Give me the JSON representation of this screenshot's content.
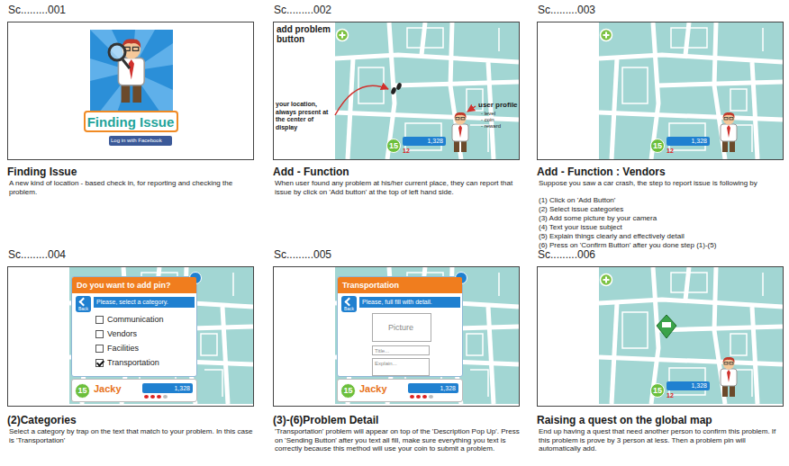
{
  "diagram": {
    "nodes": [
      {
        "text": [
          "Sc.........001"
        ]
      },
      {
        "text": [
          "Finding Issue"
        ],
        "in": 0
      },
      {
        "text": [
          "Log in with Facebook"
        ],
        "in": 0
      },
      {
        "text": [
          "Sc.........002"
        ]
      },
      {
        "text": [
          "15",
          "1,328",
          "12"
        ],
        "in": 3
      },
      {
        "text": [
          "Sc.........003"
        ]
      },
      {
        "text": [
          "15",
          "1,328",
          "12"
        ],
        "in": 5
      },
      {
        "text": [
          "Sc.........004"
        ]
      },
      {
        "text": [
          "Do you want to add pin?",
          "Please, select a category.",
          "Communication",
          "Vendors",
          "Facilities",
          "Transportation"
        ],
        "in": 7
      },
      {
        "text": [
          "Back"
        ],
        "in": 8
      },
      {
        "text": [
          "15",
          "Jacky",
          "1,328"
        ],
        "in": 7
      },
      {
        "text": [
          "Sc.........005"
        ]
      },
      {
        "text": [
          "Transportation",
          "Please, full fill with detail."
        ],
        "in": 11
      },
      {
        "text": [
          "Back"
        ],
        "in": 12
      },
      {
        "text": [
          "Picture"
        ],
        "in": 12
      },
      {
        "text": [
          "Title..."
        ],
        "in": 12
      },
      {
        "text": [
          "Explain..."
        ],
        "in": 12
      },
      {
        "text": [
          "15",
          "Jacky",
          "1,328"
        ],
        "in": 11
      },
      {
        "text": [
          "Sc.........006"
        ]
      },
      {
        "text": [
          "15",
          "1,328",
          "12"
        ],
        "in": 18
      }
    ],
    "labels": [
      "add problem button",
      "your location, always present at the center of display",
      "user profile",
      "- level",
      "- coin",
      "- reward",
      "Finding Issue",
      "A new kind of location - based check in, for reporting and checking the problem.",
      "Add - Function",
      "When user found any problem at his/her current place, they can report that issue by click on 'Add button' at the top of left hand side.",
      "Add - Function : Vendors",
      "Suppose you saw a car crash, the step to report issue is following by",
      "(1) Click on 'Add Button'",
      "(2) Select issue categories",
      "(3) Add some picture by your camera",
      "(4) Text your issue subject",
      "(5) Explain things clearly and effectively detail",
      "(6) Press on 'Confirm Button' after you done step (1)-(5)",
      "(2)Categories",
      "Select a category by trap on the text that match to your problem. In this case is 'Transportation'",
      "(3)-(6)Problem Detail",
      "'Transportation' problem will appear on top of the 'Description Pop Up'. Press on 'Sending Button' after you text all fill, make sure everything you text is correctly because this method will use your coin to submit a problem.",
      "Raising a quest on the global map",
      "End up having a quest that need another person to confirm this problem. If this problem is prove by 3 person at less. Then a problem pin will automatically add."
    ]
  }
}
